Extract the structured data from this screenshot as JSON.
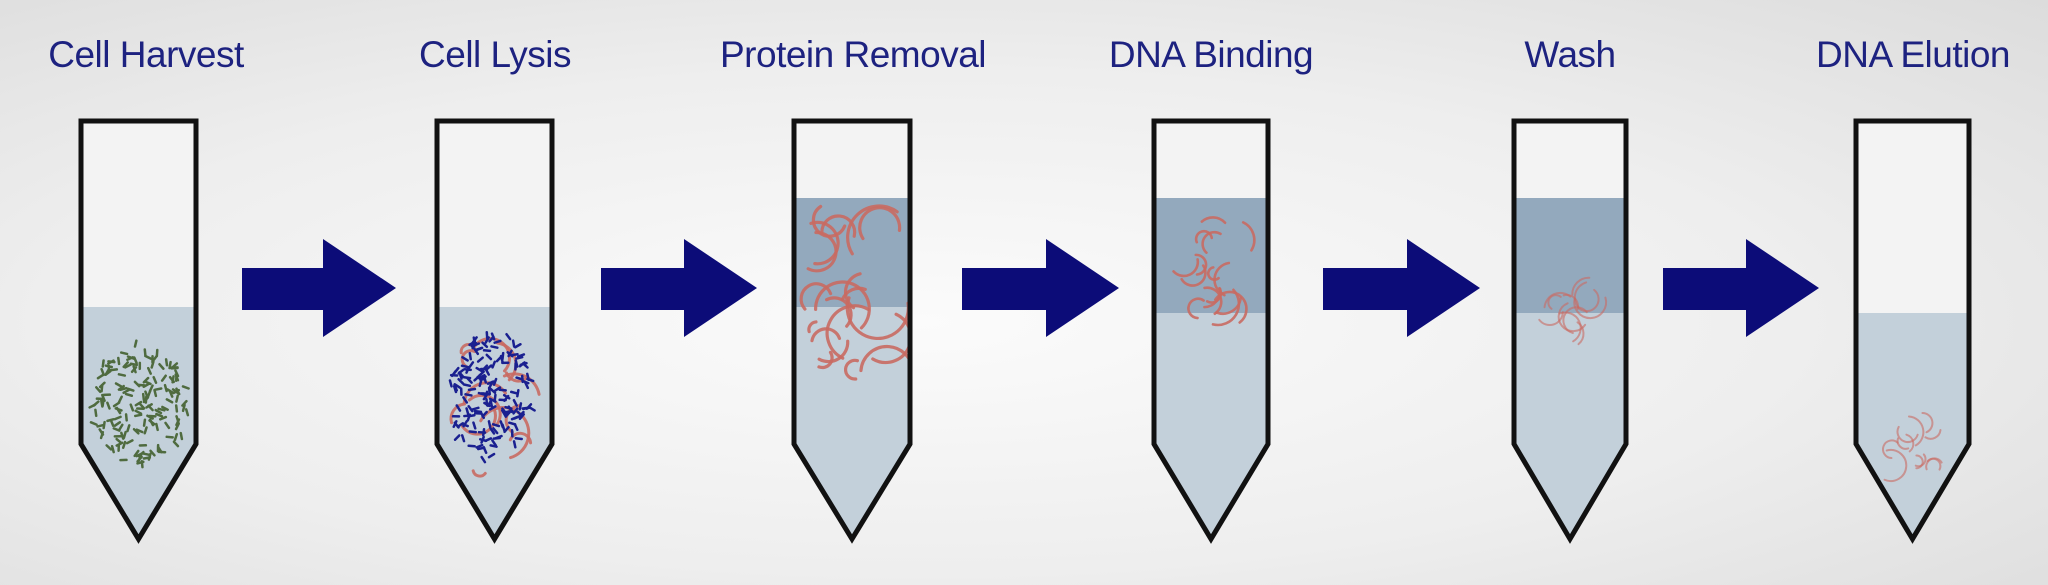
{
  "steps": [
    {
      "title": "Cell Harvest",
      "contents": "cells"
    },
    {
      "title": "Cell Lysis",
      "contents": "lysate"
    },
    {
      "title": "Protein Removal",
      "contents": "dna-in-upper-phase"
    },
    {
      "title": "DNA Binding",
      "contents": "dna-bound"
    },
    {
      "title": "Wash",
      "contents": "dna-bound-washed"
    },
    {
      "title": "DNA Elution",
      "contents": "dna-eluted"
    }
  ],
  "colors": {
    "title": "#1d2280",
    "arrow": "#0c0c78",
    "tube_outline": "#111111",
    "liquid": "#c3d0da",
    "upper_phase": "#93a9bd",
    "cells": "#4f6b3f",
    "protein": "#1a2090",
    "dna": "#c96a62"
  }
}
